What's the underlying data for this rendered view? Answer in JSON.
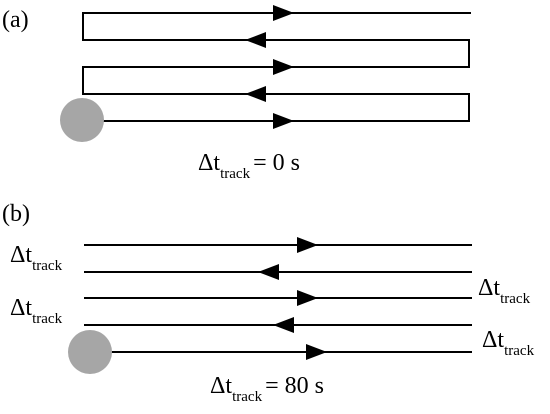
{
  "panels": [
    {
      "id": "a",
      "label": "(a)",
      "caption": {
        "main": "Δt",
        "sub": "track",
        "value": "= 0 s"
      }
    },
    {
      "id": "b",
      "label": "(b)",
      "caption": {
        "main": "Δt",
        "sub": "track",
        "value": "= 80 s"
      },
      "side_labels": [
        {
          "main": "Δt",
          "sub": "track"
        },
        {
          "main": "Δt",
          "sub": "track"
        },
        {
          "main": "Δt",
          "sub": "track"
        },
        {
          "main": "Δt",
          "sub": "track"
        }
      ]
    }
  ],
  "colors": {
    "line": "#000000",
    "start_marker": "#a6a6a6"
  }
}
